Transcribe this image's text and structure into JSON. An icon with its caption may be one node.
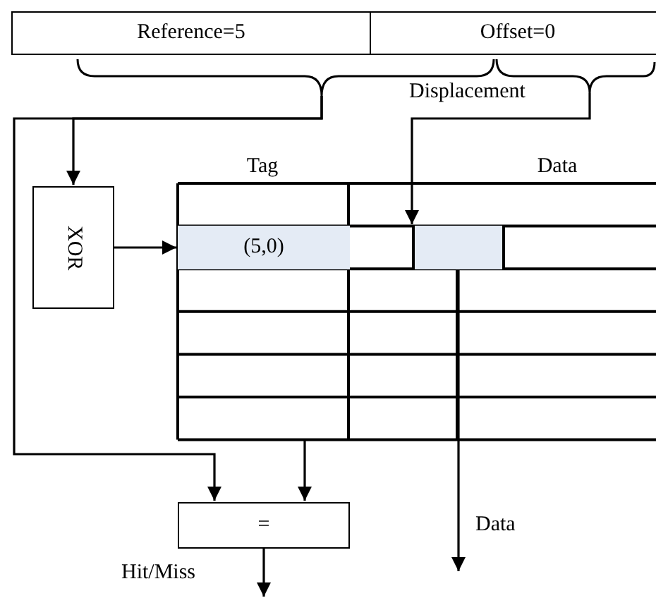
{
  "diagram": {
    "nodes": [
      {
        "text": [
          "Reference=5"
        ]
      },
      {
        "text": [
          "Offset=0"
        ]
      },
      {
        "text": [
          "XOR"
        ]
      },
      {
        "text": [
          "Tag",
          "Data"
        ]
      },
      {
        "text": [
          "(5,0)"
        ],
        "in": 3
      },
      {
        "text": [],
        "shape": "box",
        "in": 3
      },
      {
        "text": [
          "="
        ]
      }
    ],
    "edges": [
      {
        "from": 0,
        "to": 2,
        "arrow": "to"
      },
      {
        "from": 0,
        "to": 6,
        "arrow": "to"
      },
      {
        "from": 1,
        "to": 5,
        "arrow": "to"
      },
      {
        "from": 2,
        "to": 4,
        "arrow": "to"
      },
      {
        "from": 3,
        "to": 6,
        "arrow": "to"
      },
      {
        "from": 5,
        "to": null,
        "arrow": "to",
        "label": "Data"
      },
      {
        "from": 6,
        "to": null,
        "arrow": "to",
        "label": "Hit/Miss"
      }
    ],
    "labels": [
      "Displacement"
    ]
  }
}
